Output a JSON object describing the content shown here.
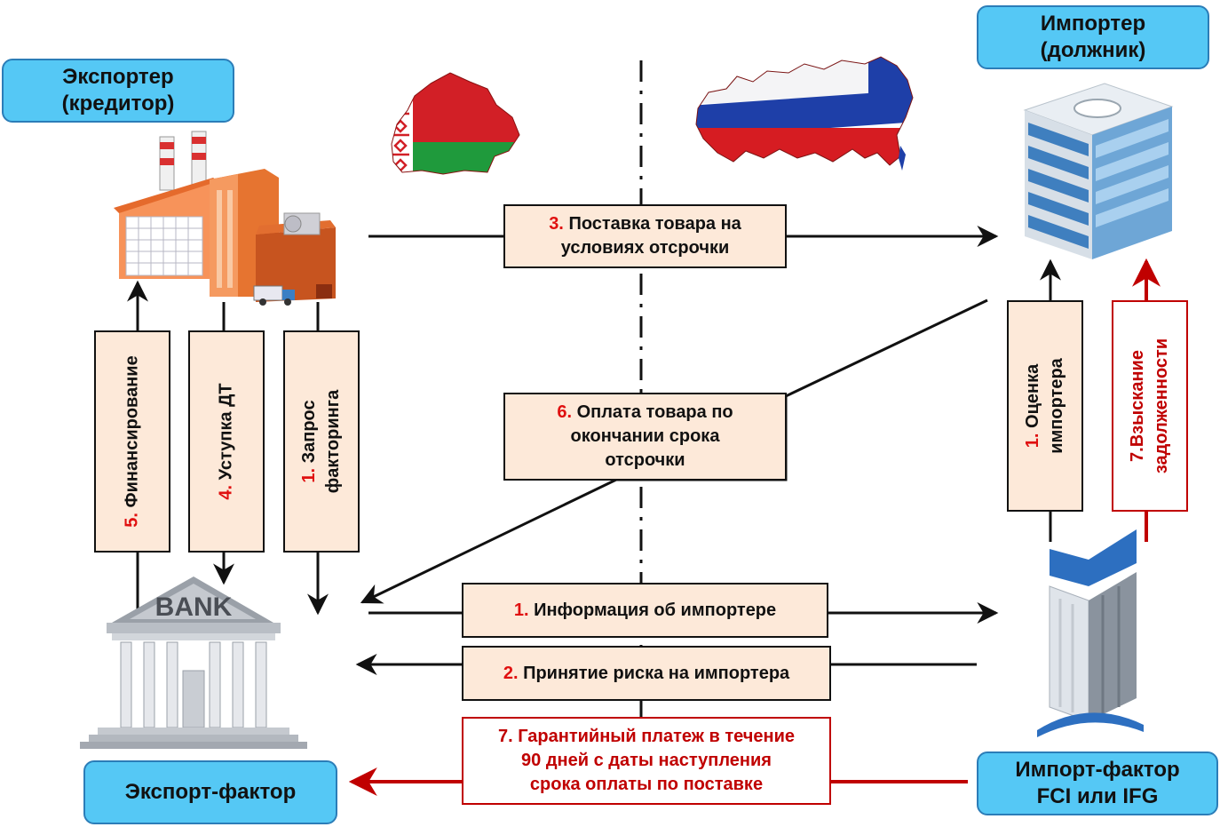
{
  "parties": {
    "exporter": [
      "Экспортер",
      "(кредитор)"
    ],
    "importer": [
      "Импортер",
      "(должник)"
    ],
    "export_factor": [
      "Экспорт-фактор"
    ],
    "import_factor": [
      "Импорт-фактор",
      "FCI или IFG"
    ]
  },
  "icons": {
    "bank_sign": "BANK"
  },
  "steps": {
    "delivery": {
      "num": "3.",
      "lines": [
        "Поставка товара на",
        "условиях отсрочки"
      ]
    },
    "payment": {
      "num": "6.",
      "lines": [
        "Оплата товара по",
        "окончании срока",
        "отсрочки"
      ]
    },
    "info": {
      "num": "1.",
      "text": "Информация об импортере"
    },
    "risk": {
      "num": "2.",
      "text": "Принятие риска на импортера"
    },
    "guarantee": {
      "lines": [
        "7. Гарантийный платеж в течение",
        "90 дней с даты наступления",
        "срока оплаты по поставке"
      ]
    },
    "financing": {
      "num": "5.",
      "text": "Финансирование"
    },
    "assignment": {
      "num": "4.",
      "text": "Уступка ДТ"
    },
    "request": {
      "num": "1.",
      "lines": [
        "Запрос",
        "факторинга"
      ]
    },
    "assessment": {
      "num": "1.",
      "lines": [
        "Оценка",
        "импортера"
      ]
    },
    "collection": {
      "lines": [
        "7.Взыскание",
        "задолженности"
      ]
    }
  },
  "colors": {
    "party_fill": "#55c8f5",
    "step_fill": "#fde9d9",
    "accent_red": "#c00000",
    "number_red": "#e01010"
  }
}
